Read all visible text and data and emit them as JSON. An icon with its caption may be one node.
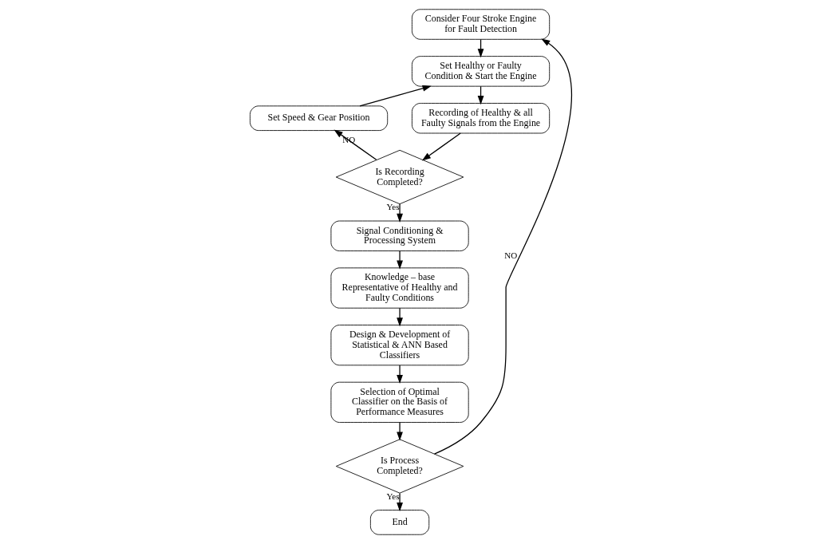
{
  "diagram": {
    "nodes": [
      {
        "text": [
          "Consider Four Stroke Engine for Fault Detection"
        ]
      },
      {
        "text": [
          "Set Healthy or Faulty Condition & Start the Engine"
        ]
      },
      {
        "text": [
          "Recording of Healthy & all Faulty Signals from the Engine"
        ]
      },
      {
        "text": [
          "Is Recording Completed?"
        ]
      },
      {
        "text": [
          "Set Speed & Gear Position"
        ]
      },
      {
        "text": [
          "Signal Conditioning & Processing System"
        ]
      },
      {
        "text": [
          "Knowledge – base Representative of Healthy and Faulty Conditions"
        ]
      },
      {
        "text": [
          "Design & Development of Statistical & ANN Based Classifiers"
        ]
      },
      {
        "text": [
          "Selection of Optimal Classifier on the Basis of Performance Measures"
        ]
      },
      {
        "text": [
          "Is Process Completed?"
        ]
      },
      {
        "text": [
          "End"
        ]
      }
    ],
    "edges": [
      {
        "from": 0,
        "to": 1,
        "arrow": "to"
      },
      {
        "from": 1,
        "to": 2,
        "arrow": "to"
      },
      {
        "from": 2,
        "to": 3,
        "arrow": "to"
      },
      {
        "from": 3,
        "to": 4,
        "arrow": "to",
        "label": "NO"
      },
      {
        "from": 4,
        "to": 1,
        "arrow": "to"
      },
      {
        "from": 3,
        "to": 5,
        "arrow": "to",
        "label": "Yes"
      },
      {
        "from": 5,
        "to": 6,
        "arrow": "to"
      },
      {
        "from": 6,
        "to": 7,
        "arrow": "to"
      },
      {
        "from": 7,
        "to": 8,
        "arrow": "to"
      },
      {
        "from": 8,
        "to": 9,
        "arrow": "to"
      },
      {
        "from": 9,
        "to": 0,
        "arrow": "to",
        "label": "NO"
      },
      {
        "from": 9,
        "to": 10,
        "arrow": "to",
        "label": "Yes"
      }
    ]
  }
}
